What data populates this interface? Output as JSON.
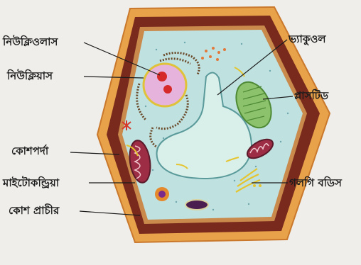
{
  "diagram": {
    "labels": {
      "nucleolus": "নিউক্লিওলাস",
      "nucleus": "নিউক্লিয়াস",
      "cell_membrane": "কোশপর্দা",
      "mitochondria": "মাইটোকন্ড্রিয়া",
      "cell_wall": "কোশ প্রাচীর",
      "vacuole": "ভ্যাকুওল",
      "plastid": "প্লাসটিড",
      "golgi_bodies": "গলগি বডিস"
    },
    "colors": {
      "background": "#efeeea",
      "outer_wall": "#e8a24a",
      "wall": "#7a2a1c",
      "membrane_band": "#c98a4c",
      "cytoplasm": "#bfe1e0",
      "vacuole": "#d9efe9",
      "nucleus": "#e6b3dc",
      "nucleolus_dot": "#d62a2a",
      "plastid": "#8dc26c",
      "mitochondria": "#9c2d45"
    }
  }
}
